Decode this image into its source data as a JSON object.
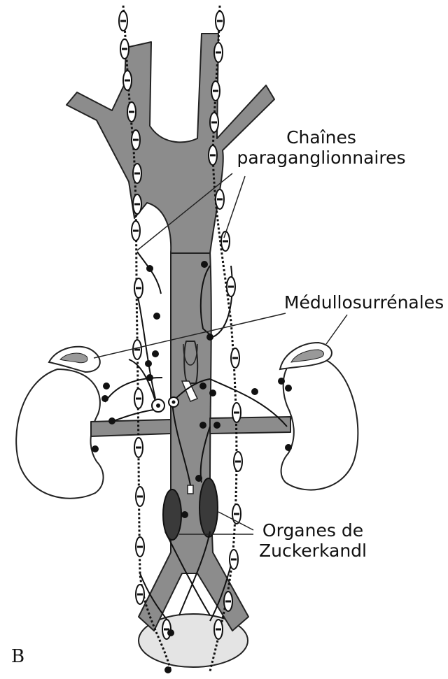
{
  "figure": {
    "panel_letter": "B",
    "labels": {
      "chaines_line1": "Chaînes",
      "chaines_line2": "paraganglionnaires",
      "medullo": "Médullosurrénales",
      "organes_line1": "Organes de",
      "organes_line2": "Zuckerkandl"
    }
  },
  "colors": {
    "vessel": "#8c8c8c",
    "outline": "#222222",
    "organ": "#3a3a3a",
    "bladder": "#e4e4e4",
    "adrenal": "#999999",
    "node": "#111111"
  }
}
